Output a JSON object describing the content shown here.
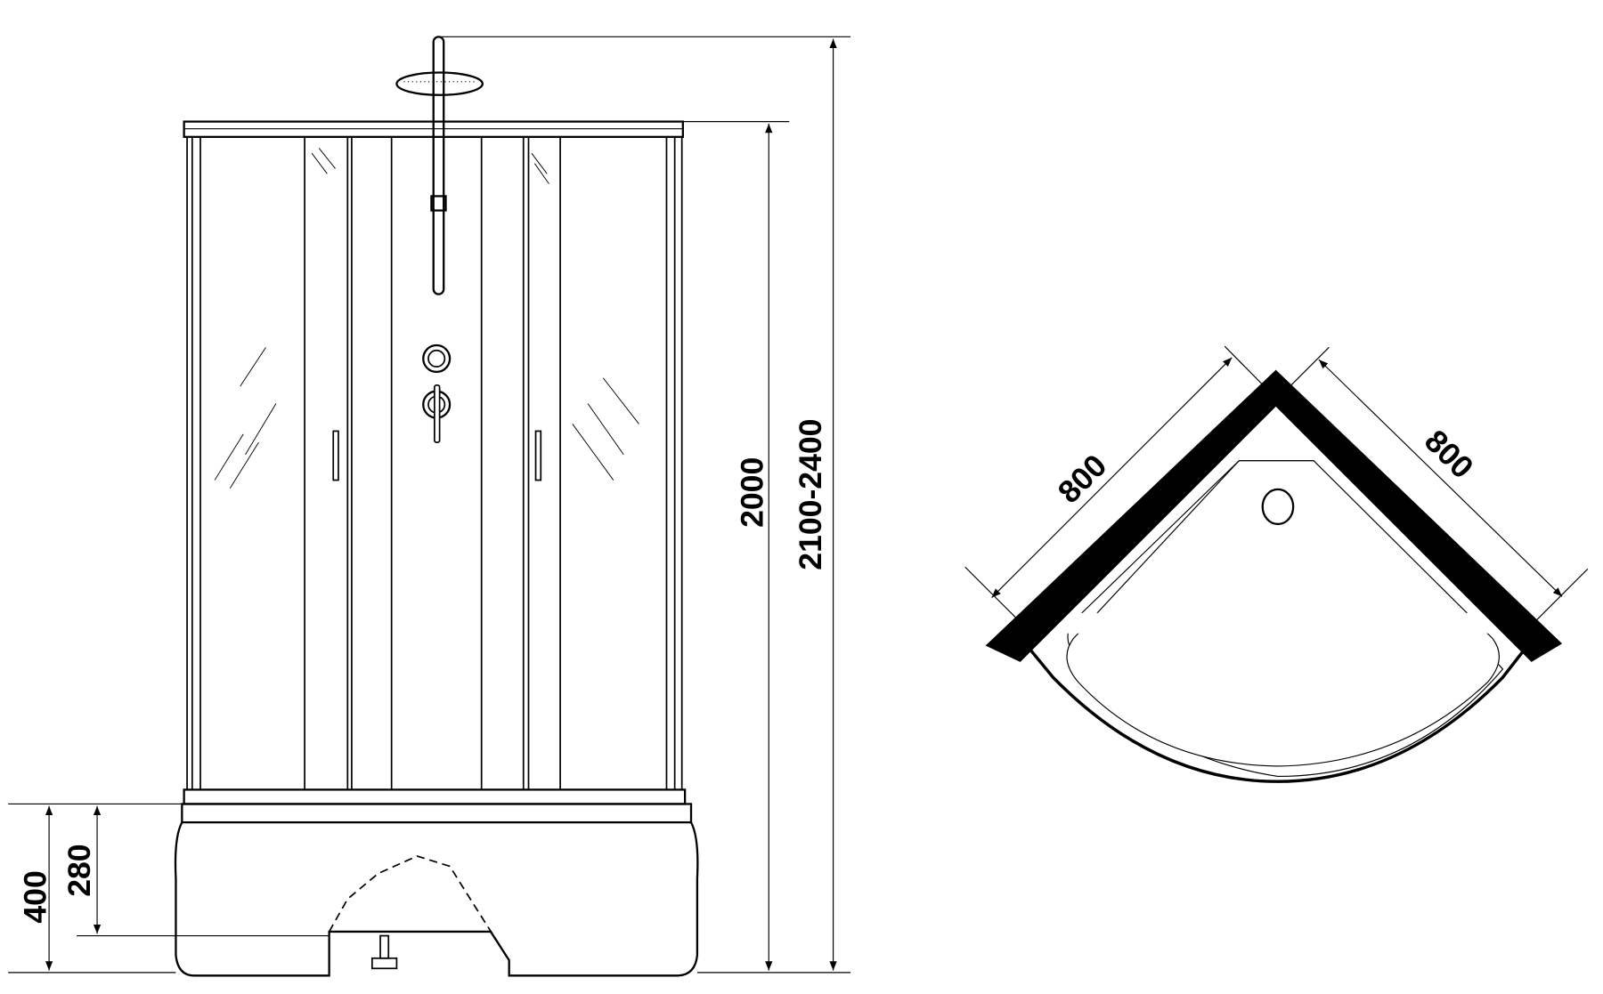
{
  "front_view": {
    "dimensions": {
      "base_height": "400",
      "tray_height": "280",
      "cabin_height": "2000",
      "total_height": "2100-2400"
    }
  },
  "plan_view": {
    "dimensions": {
      "left_side": "800",
      "right_side": "800"
    }
  },
  "colors": {
    "line": "#000000",
    "background": "#ffffff"
  }
}
